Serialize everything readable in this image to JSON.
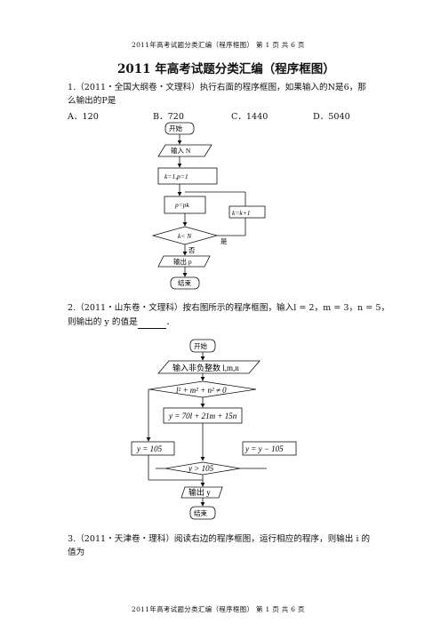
{
  "header": {
    "text": "2011年高考试题分类汇编（程序框图）   第 1 页 共 6 页"
  },
  "footer": {
    "text": "2011年高考试题分类汇编（程序框图）   第 1 页 共 6 页"
  },
  "title": "2011 年高考试题分类汇编（程序框图）",
  "q1": {
    "line1": "1.（2011・全国大纲卷・文理科）执行右面的程序框图，如果输入的N是6，那",
    "line2": "么输出的P是",
    "options": [
      "A．120",
      "B．720",
      "C．1440",
      "D．5040"
    ]
  },
  "flow1": {
    "start": "开始",
    "input": "输入 N",
    "init": "k=1,p=1",
    "calc": "p=pk",
    "inc": "k=k+1",
    "cond": "k< N",
    "yes": "是",
    "no": "否",
    "output": "输出 p",
    "end": "结束"
  },
  "q2": {
    "line1": "2.（2011・山东卷・文理科）按右图所示的程序框图，输入l = 2，m = 3，n = 5，",
    "line2a": "则输出的 y 的值是",
    "line2b": "．"
  },
  "flow2": {
    "start": "开始",
    "input": "输入非负整数 l,m,n",
    "cond1": "l² + m² + n² ≠ 0",
    "calc": "y = 70l + 21m + 15n",
    "left": "y = 105",
    "right": "y = y − 105",
    "cond2": "y > 105",
    "output": "输出 y",
    "end": "结束"
  },
  "q3": {
    "line1": "3.（2011・天津卷・理科）阅读右边的程序框图，运行相应的程序，则输出 i 的",
    "line2": "值为"
  }
}
